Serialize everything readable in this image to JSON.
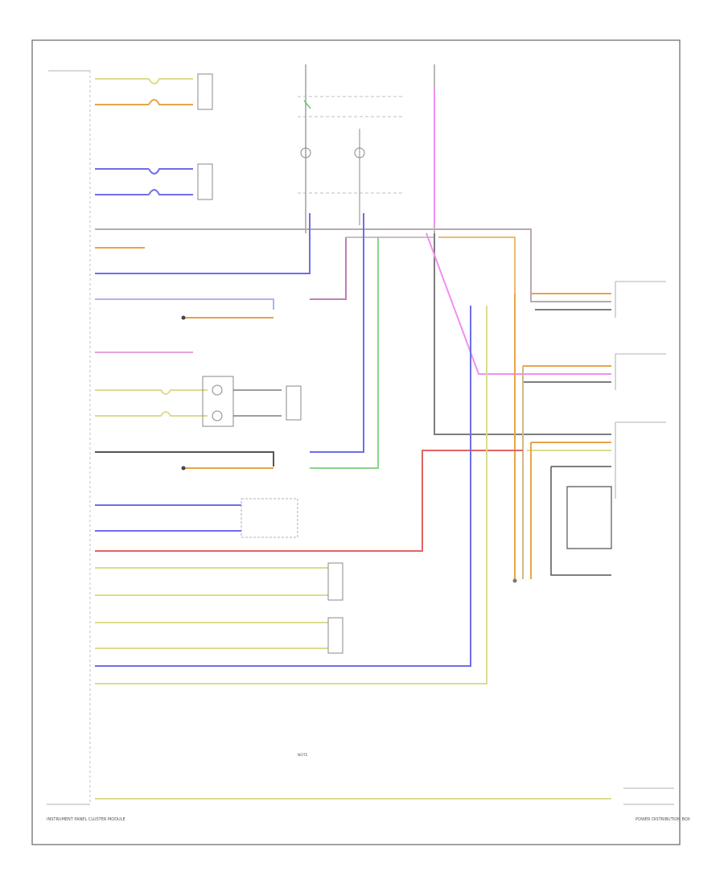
{
  "colors": {
    "gray": "#b9a9b5",
    "blue": "#6e6ee8",
    "violet": "#b6b0ef",
    "pink": "#e7a2e2",
    "brightpink": "#f08ff0",
    "yellow": "#dcdc8e",
    "orange": "#e8a448",
    "darkgray": "#7d7d7d",
    "red": "#e06464",
    "green": "#8ad48a",
    "tan": "#d3b78a",
    "black": "#555555"
  },
  "blocks": {
    "instrument_cluster": "INSTRUMENT PANEL CLUSTER MODULE",
    "power_distribution": "POWER DISTRIBUTION BOX",
    "notes": "NOTE"
  }
}
